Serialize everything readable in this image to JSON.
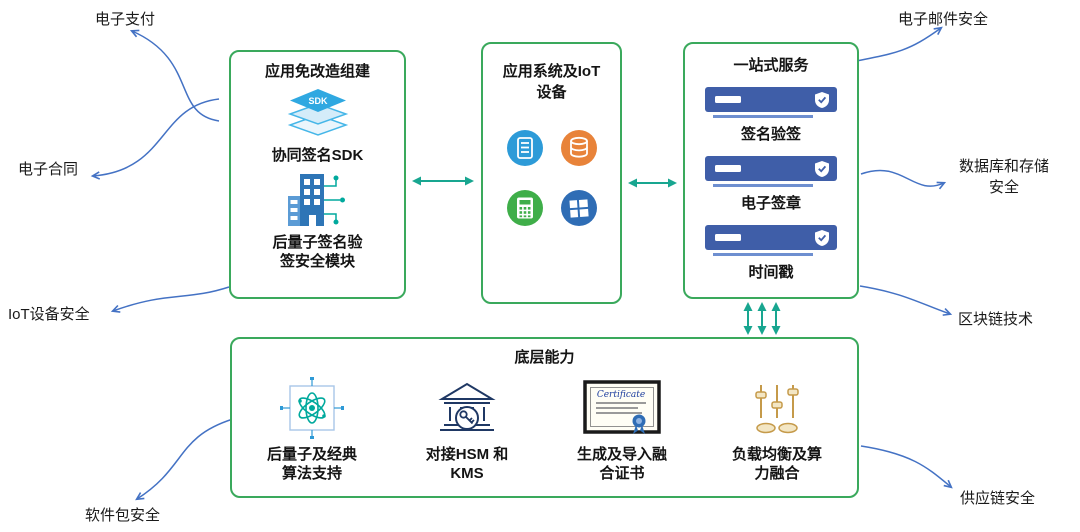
{
  "diagram": {
    "left_box": {
      "title": "应用免改造组建",
      "sdk_label": "SDK",
      "item1": "协同签名SDK",
      "item2_line1": "后量子签名验",
      "item2_line2": "签安全模块"
    },
    "center_box": {
      "title_line1": "应用系统及IoT",
      "title_line2": "设备"
    },
    "right_box": {
      "title": "一站式服务",
      "services": [
        "签名验签",
        "电子签章",
        "时间戳"
      ]
    },
    "bottom_box": {
      "title": "底层能力",
      "capabilities": [
        {
          "line1": "后量子及经典",
          "line2": "算法支持"
        },
        {
          "line1": "对接HSM 和",
          "line2": "KMS"
        },
        {
          "line1": "生成及导入融",
          "line2": "合证书"
        },
        {
          "line1": "负载均衡及算",
          "line2": "力融合"
        }
      ]
    },
    "external": {
      "epay": "电子支付",
      "econtract": "电子合同",
      "iot": "IoT设备安全",
      "software": "软件包安全",
      "email": "电子邮件安全",
      "db_line1": "数据库和存储",
      "db_line2": "安全",
      "blockchain": "区块链技术",
      "supply": "供应链安全"
    },
    "cert_text": "Certificate",
    "colors": {
      "box_border_green": "#3aa95c",
      "arrow_teal": "#18a690",
      "arrow_blue": "#4472c4",
      "server_bar_blue": "#3f5ea8",
      "sdk_blue": "#2fa8e1",
      "icon_teal": "#00a99d"
    }
  }
}
